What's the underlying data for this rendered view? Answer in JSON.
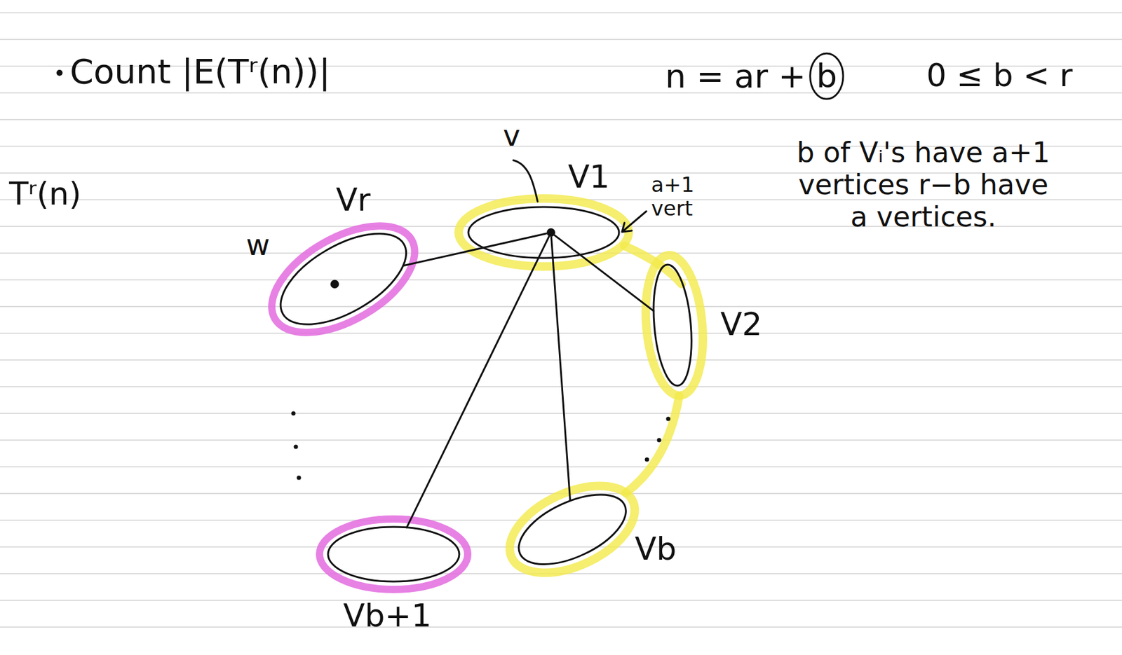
{
  "diagram": {
    "title": "Count |E(Tʳ(n))|",
    "nodes": [
      {
        "text": [
          "V1"
        ]
      },
      {
        "text": [
          "v"
        ],
        "in": 0
      },
      {
        "text": [
          "Vr"
        ]
      },
      {
        "text": [
          "w"
        ],
        "in": 2
      },
      {
        "text": [
          "V2"
        ]
      },
      {
        "text": [
          "Vb"
        ]
      },
      {
        "text": [
          "Vb+1"
        ]
      }
    ],
    "edges": [
      {
        "from": 1,
        "to": 2,
        "arrow": "none"
      },
      {
        "from": 1,
        "to": 4,
        "arrow": "none"
      },
      {
        "from": 1,
        "to": 5,
        "arrow": "none"
      },
      {
        "from": 1,
        "to": 6,
        "arrow": "none"
      }
    ],
    "labels": [
      "Tʳ(n)",
      "a+1 vert",
      "n = ar + b",
      "0 ≤ b < r",
      "b of Vᵢ's have a+1 vertices r−b have a vertices."
    ]
  }
}
